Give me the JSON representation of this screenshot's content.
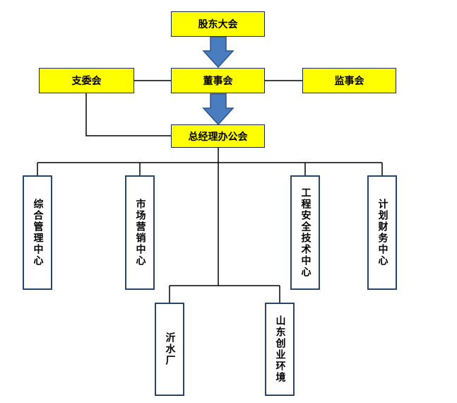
{
  "diagram": {
    "top": {
      "shareholders": "股东大会",
      "board": "董事会",
      "party_committee": "支委会",
      "supervisors": "监事会",
      "gm_office": "总经理办公会"
    },
    "departments": [
      "综合管理中心",
      "市场营销中心",
      "工程安全技术中心",
      "计划财务中心"
    ],
    "subsidiaries": [
      "沂水厂",
      "山东创业环境"
    ]
  },
  "colors": {
    "box_fill_top": "#ffff00",
    "arrow_fill": "#4a7cc0",
    "arrow_stroke": "#2e5489",
    "line": "#000000",
    "dept_border": "#2c4566"
  }
}
